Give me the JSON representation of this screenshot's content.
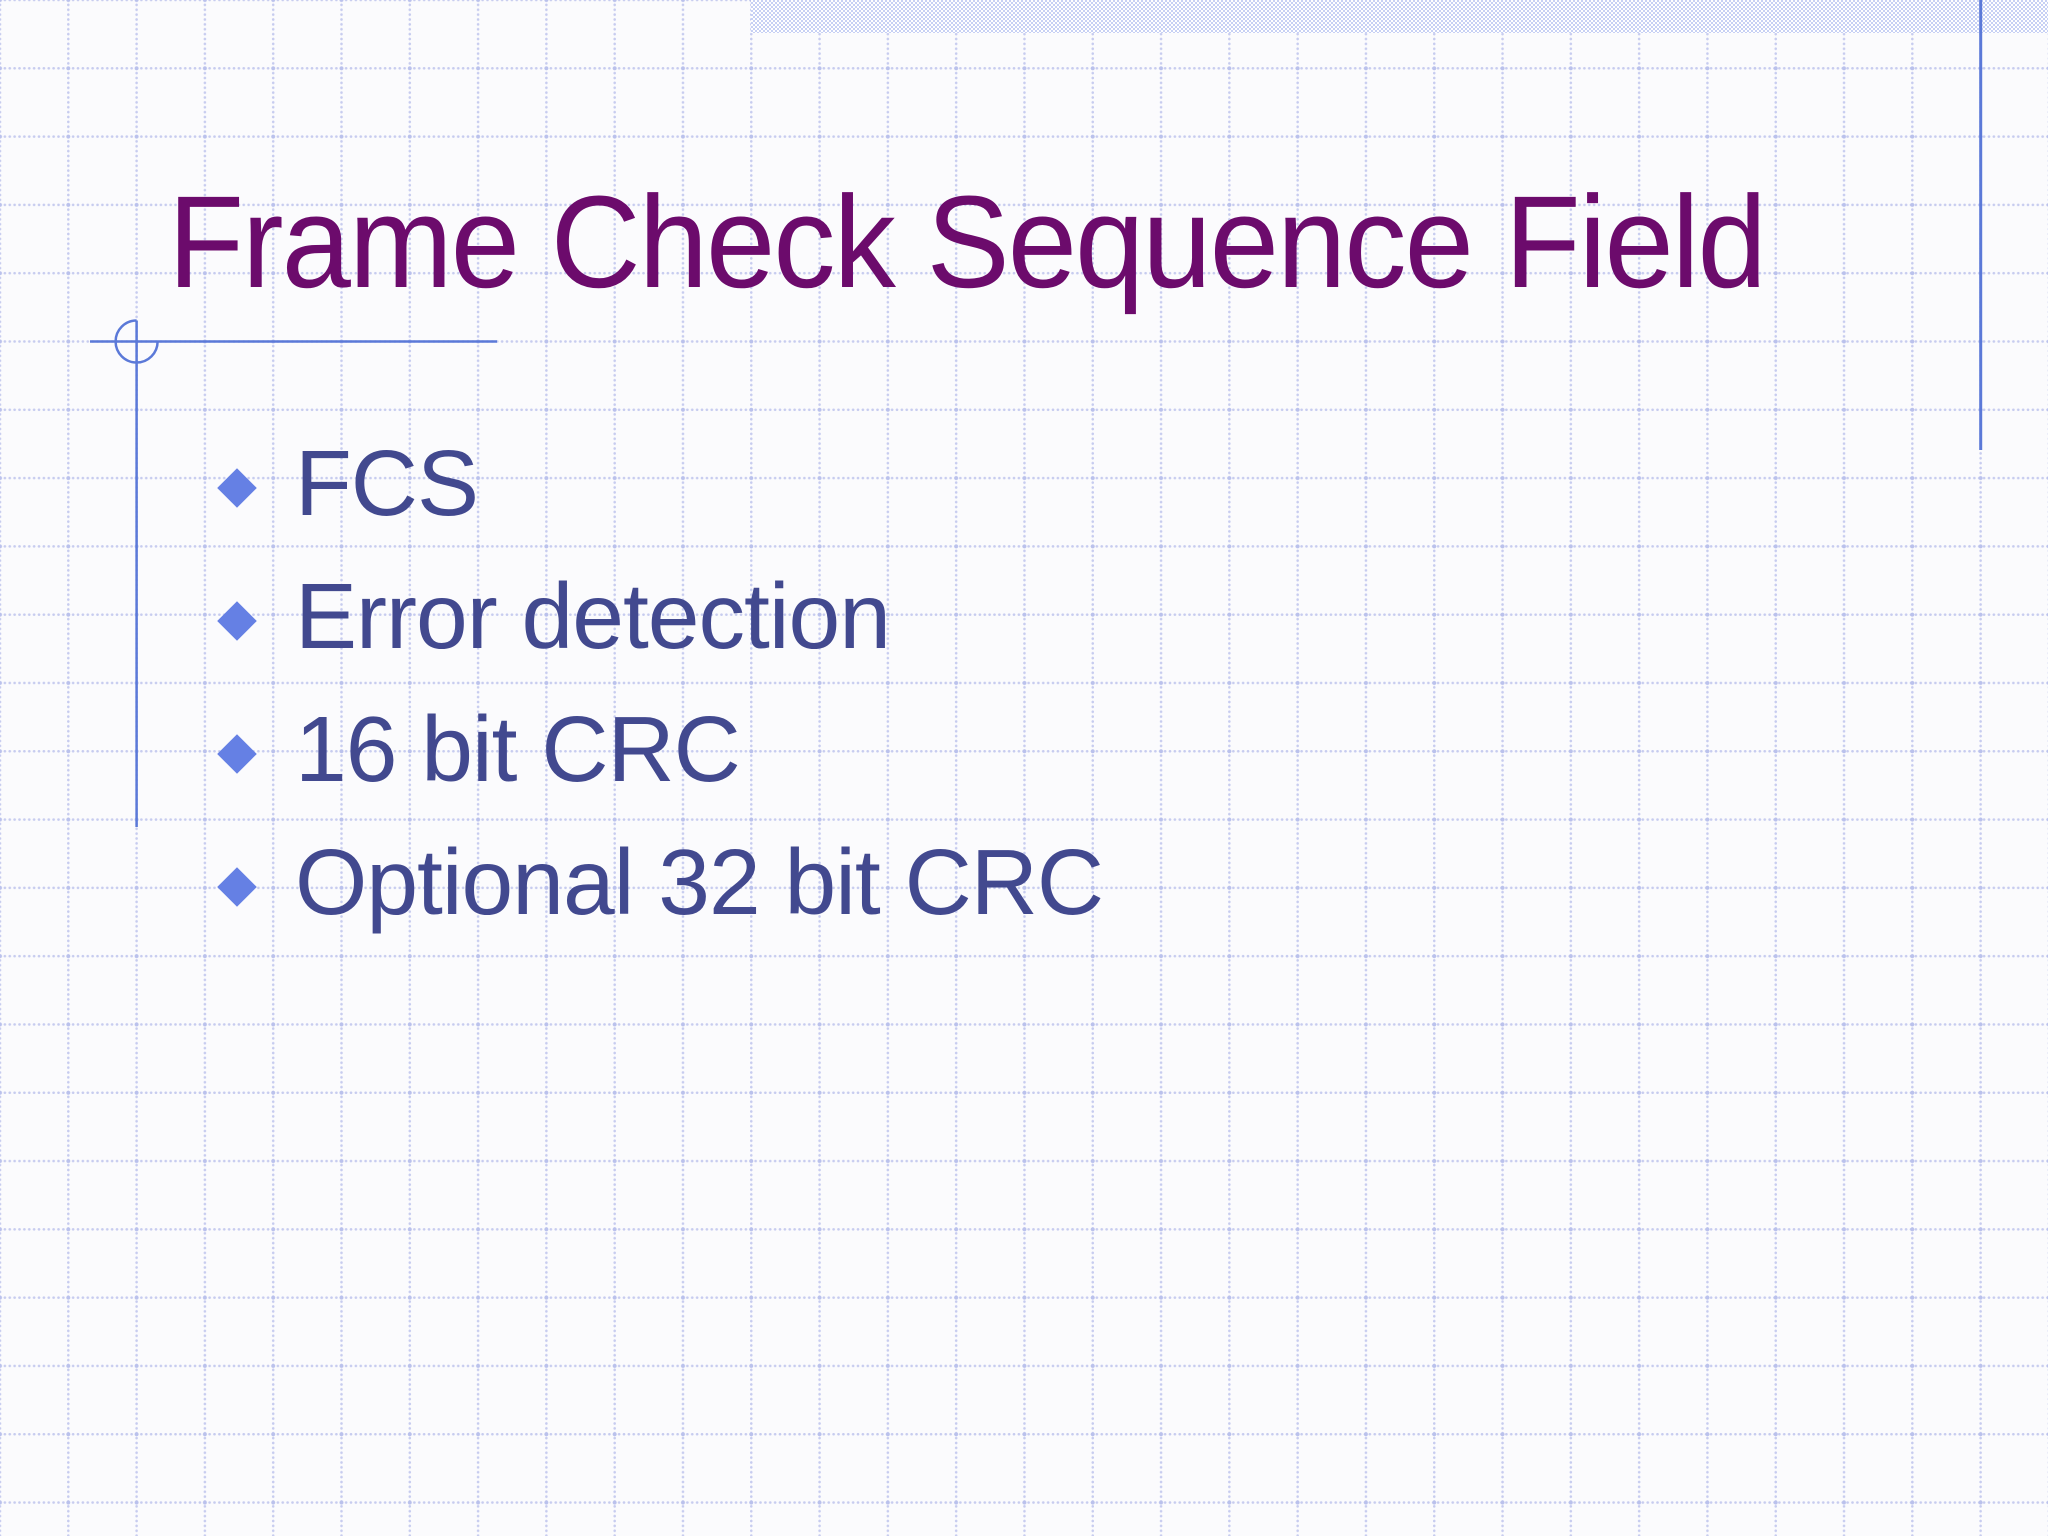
{
  "slide": {
    "title": "Frame Check Sequence Field",
    "bullet_icon": "diamond",
    "bullets": [
      {
        "label": "FCS"
      },
      {
        "label": "Error detection"
      },
      {
        "label": "16 bit CRC"
      },
      {
        "label": "Optional 32 bit CRC"
      }
    ]
  },
  "theme": {
    "colors": {
      "page-bg": "#fbfbfd",
      "grid-dot": "#c7ccef",
      "grid-node": "#bac1ec",
      "bar-blue": "#c7d0f4",
      "title-color": "#6c0b6c",
      "body-color": "#42498f",
      "bullet-color": "#6580e4",
      "ornament-color": "#5b79d8"
    }
  }
}
